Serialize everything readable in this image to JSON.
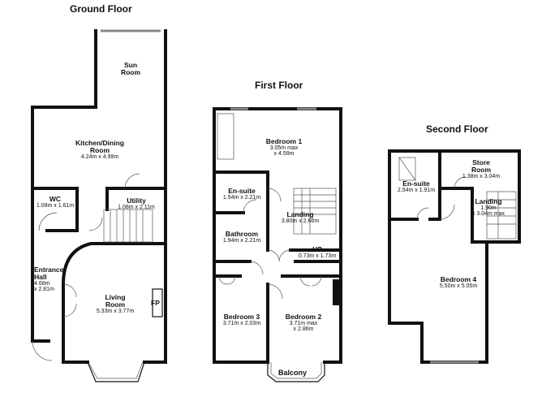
{
  "floors": {
    "ground": {
      "title": "Ground Floor",
      "rooms": {
        "sun_room": {
          "name": "Sun\nRoom",
          "dim": ""
        },
        "kitchen": {
          "name": "Kitchen/Dining\nRoom",
          "dim": "4.24m x 4.99m"
        },
        "wc": {
          "name": "WC",
          "dim": "1.08m x 1.61m"
        },
        "utility": {
          "name": "Utility",
          "dim": "1.08m x 2.11m"
        },
        "entrance_hall": {
          "name": "Entrance\nHall",
          "dim": "4.68m\nx 2.81m"
        },
        "living_room": {
          "name": "Living\nRoom",
          "dim": "5.33m x 3.77m"
        }
      },
      "fireplace_label": "FP"
    },
    "first": {
      "title": "First Floor",
      "rooms": {
        "bedroom1": {
          "name": "Bedroom 1",
          "dim": "3.05m max\nx 4.59m"
        },
        "ensuite": {
          "name": "En-suite",
          "dim": "1.54m x 2.21m"
        },
        "landing": {
          "name": "Landing",
          "dim": "3.80m x 2.66m"
        },
        "bathroom": {
          "name": "Bathroom",
          "dim": "1.94m x 2.21m"
        },
        "hp": {
          "name": "HP",
          "dim": "0.73m x 1.73m"
        },
        "bedroom3": {
          "name": "Bedroom 3",
          "dim": "3.71m x 2.03m"
        },
        "bedroom2": {
          "name": "Bedroom 2",
          "dim": "3.71m max\nx 2.86m"
        }
      },
      "balcony_label": "Balcony"
    },
    "second": {
      "title": "Second Floor",
      "rooms": {
        "ensuite": {
          "name": "En-suite",
          "dim": "2.54m x 1.91m"
        },
        "store_room": {
          "name": "Store\nRoom",
          "dim": "1.38m x 3.04m"
        },
        "landing": {
          "name": "Landing",
          "dim": "1.90m\nx 3.04m max"
        },
        "bedroom4": {
          "name": "Bedroom 4",
          "dim": "5.50m x 5.05m"
        }
      }
    }
  }
}
